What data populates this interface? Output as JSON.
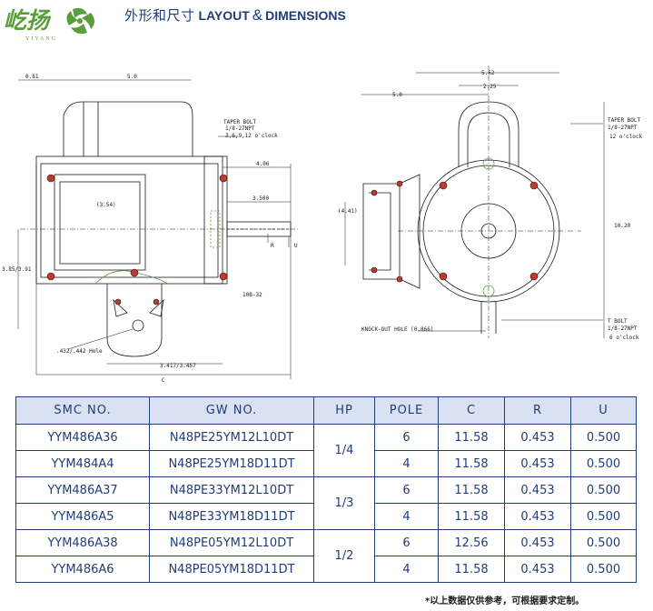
{
  "header": {
    "logo_text": "屹扬",
    "logo_subtext": "YIYANG",
    "title_cn": "外形和尺寸",
    "title_en_1": "LAYOUT",
    "title_amp": "&",
    "title_en_2": "DIMENSIONS"
  },
  "drawing": {
    "labels": {
      "d081": "0.81",
      "d50a": "5.0",
      "taper_bolt_l1": "TAPER BOLT",
      "taper_bolt_l2": "1/8-27NPT",
      "taper_bolt_l3": "3,6,9,12 o'clock",
      "d406": "4.06",
      "d354": "(3.54)",
      "d3500": "3.500",
      "dR": "R",
      "dU": "U",
      "d385": "3.85/3.91",
      "d1032": "10B-32",
      "hole": ".432/.442 Hole",
      "d3417": "3.417/3.457",
      "dC": "C",
      "d562": "5.62",
      "d225": "2.25",
      "d50b": "5.0",
      "d441": "(4.41)",
      "d1020": "10.20",
      "taper_bolt_r1": "TAPER BOLT",
      "taper_bolt_r2": "1/8-27NPT",
      "taper_bolt_r3": "12 o'clock",
      "knockout": "KNOCK-OUT HOLE (0.866)",
      "tbolt1": "T BOLT",
      "tbolt2": "1/8-27NPT",
      "tbolt3": "6 o'clock"
    }
  },
  "table": {
    "headers": [
      "SMC NO.",
      "GW NO.",
      "HP",
      "POLE",
      "C",
      "R",
      "U"
    ],
    "hp_groups": [
      "1/4",
      "1/3",
      "1/2"
    ],
    "rows": [
      {
        "smc": "YYM486A36",
        "gw": "N48PE25YM12L10DT",
        "pole": "6",
        "c": "11.58",
        "r": "0.453",
        "u": "0.500"
      },
      {
        "smc": "YYM484A4",
        "gw": "N48PE25YM18D11DT",
        "pole": "4",
        "c": "11.58",
        "r": "0.453",
        "u": "0.500"
      },
      {
        "smc": "YYM486A37",
        "gw": "N48PE33YM12L10DT",
        "pole": "6",
        "c": "11.58",
        "r": "0.453",
        "u": "0.500"
      },
      {
        "smc": "YYM486A5",
        "gw": "N48PE33YM18D11DT",
        "pole": "4",
        "c": "11.58",
        "r": "0.453",
        "u": "0.500"
      },
      {
        "smc": "YYM486A38",
        "gw": "N48PE05YM12L10DT",
        "pole": "6",
        "c": "12.56",
        "r": "0.453",
        "u": "0.500"
      },
      {
        "smc": "YYM486A6",
        "gw": "N48PE05YM18D11DT",
        "pole": "4",
        "c": "11.58",
        "r": "0.453",
        "u": "0.500"
      }
    ]
  },
  "footnote": "*以上数据仅供参考，可根据要求定制。",
  "colors": {
    "brand_green": "#5a9e3a",
    "header_blue": "#1f3d7a",
    "header_fill": "#d9e1f2"
  }
}
